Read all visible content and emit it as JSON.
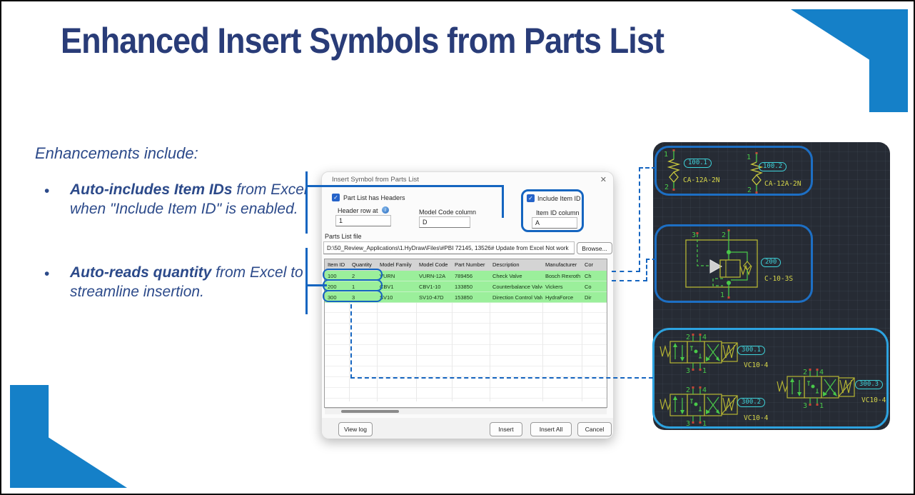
{
  "slide": {
    "title": "Enhanced Insert Symbols from Parts List",
    "intro": "Enhancements include:",
    "bullet_marker": "•",
    "bullets": [
      {
        "bold": "Auto-includes Item IDs",
        "rest": " from Excel when \"Include Item ID\" is enabled."
      },
      {
        "bold": "Auto-reads quantity",
        "rest": " from Excel to streamline insertion."
      }
    ]
  },
  "dialog": {
    "title": "Insert Symbol from Parts List",
    "close_glyph": "✕",
    "check_glyph": "✓",
    "info_glyph": "i",
    "part_list_has_headers": "Part List has Headers",
    "header_row_label": "Header row at",
    "header_row_value": "1",
    "model_code_label": "Model Code column",
    "model_code_value": "D",
    "include_item_id_label": "Include Item ID",
    "item_id_column_label": "Item ID column",
    "item_id_column_value": "A",
    "parts_list_file_label": "Parts List file",
    "parts_list_file_path": "D:\\50_Review_Applications\\1.HyDraw\\Files\\#PBI 72145, 13526# Update from Excel Not work",
    "browse_button": "Browse...",
    "table": {
      "columns": [
        "Item ID",
        "Quantity",
        "Model Family",
        "Model Code",
        "Part Number",
        "Description",
        "Manufacturer",
        "Cor"
      ],
      "rows": [
        [
          "100",
          "2",
          "VURN",
          "VURN-12A",
          "789456",
          "Check Valve",
          "Bosch Rexroth",
          "Ch"
        ],
        [
          "200",
          "1",
          "CBV1",
          "CBV1-10",
          "133850",
          "Counterbalance Valve",
          "Vickers",
          "Co"
        ],
        [
          "300",
          "3",
          "SV10",
          "SV10-47D",
          "153850",
          "Direction Control Valve",
          "HydraForce",
          "Dir"
        ]
      ]
    },
    "buttons": {
      "view_log": "View log",
      "insert": "Insert",
      "insert_all": "Insert All",
      "cancel": "Cancel"
    }
  },
  "cad": {
    "check_valves": [
      {
        "balloon": "100.1",
        "label": "CA-12A-2N",
        "port_top": "1",
        "port_bottom": "2"
      },
      {
        "balloon": "100.2",
        "label": "CA-12A-2N",
        "port_top": "1",
        "port_bottom": "2"
      }
    ],
    "counterbalance": {
      "balloon": "200",
      "label": "C-10-3S",
      "port_left": "3",
      "port_top": "2",
      "port_bottom": "1"
    },
    "dcv": [
      {
        "balloon": "300.1",
        "label": "VC10-4",
        "p2": "2",
        "p4": "4",
        "p3": "3",
        "p1": "1"
      },
      {
        "balloon": "300.2",
        "label": "VC10-4",
        "p2": "2",
        "p4": "4",
        "p3": "3",
        "p1": "1"
      },
      {
        "balloon": "300.3",
        "label": "VC10-4",
        "p2": "2",
        "p4": "4",
        "p3": "3",
        "p1": "1"
      }
    ]
  },
  "colors": {
    "decor_blue": "#1580c8",
    "accent_blue": "#1565c0",
    "title_navy": "#293c78",
    "body_navy": "#2c4a8a",
    "row_green": "#9bef9b",
    "panel_bg": "#262b34",
    "cad_yellow": "#c9c93e",
    "cad_green": "#49c949",
    "balloon_cyan": "#3ed3da",
    "box_blue": "#1d6fc4",
    "box_cyan": "#2da3e0"
  }
}
